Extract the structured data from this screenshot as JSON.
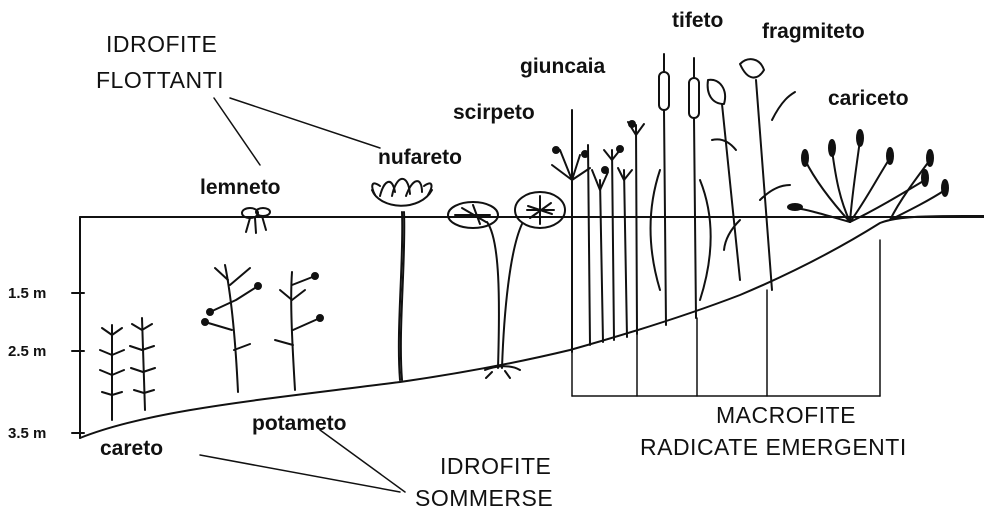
{
  "categories": {
    "floating": [
      "IDROFITE",
      "FLOTTANTI"
    ],
    "submerged": [
      "IDROFITE",
      "SOMMERSE"
    ],
    "emergent": [
      "MACROFITE",
      "RADICATE EMERGENTI"
    ]
  },
  "communities": {
    "lemneto": "lemneto",
    "nufareto": "nufareto",
    "scirpeto": "scirpeto",
    "giuncaia": "giuncaia",
    "tifeto": "tifeto",
    "fragmiteto": "fragmiteto",
    "cariceto": "cariceto",
    "careto": "careto",
    "potameto": "potameto"
  },
  "depths": [
    "1.5 m",
    "2.5 m",
    "3.5 m"
  ]
}
